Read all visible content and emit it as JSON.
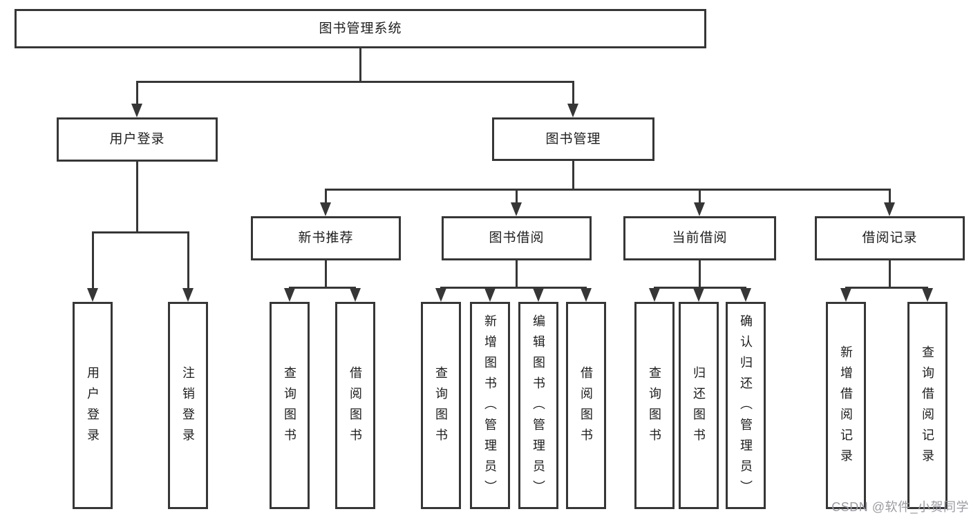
{
  "tree": {
    "label": "图书管理系统",
    "children": [
      {
        "label": "用户登录",
        "children": [
          {
            "label": "用户登录"
          },
          {
            "label": "注销登录"
          }
        ]
      },
      {
        "label": "图书管理",
        "children": [
          {
            "label": "新书推荐",
            "children": [
              {
                "label": "查询图书"
              },
              {
                "label": "借阅图书"
              }
            ]
          },
          {
            "label": "图书借阅",
            "children": [
              {
                "label": "查询图书"
              },
              {
                "label": "新增图书（管理员）"
              },
              {
                "label": "编辑图书（管理员）"
              },
              {
                "label": "借阅图书"
              }
            ]
          },
          {
            "label": "当前借阅",
            "children": [
              {
                "label": "查询图书"
              },
              {
                "label": "归还图书"
              },
              {
                "label": "确认归还（管理员）"
              }
            ]
          },
          {
            "label": "借阅记录",
            "children": [
              {
                "label": "新增借阅记录"
              },
              {
                "label": "查询借阅记录"
              }
            ]
          }
        ]
      }
    ]
  },
  "watermark": {
    "text": "CSDN @软件_小贺同学"
  },
  "colors": {
    "line": "#363636",
    "text": "#1d1d1d",
    "watermark": "#9a9aa2",
    "background": "#ffffff"
  }
}
